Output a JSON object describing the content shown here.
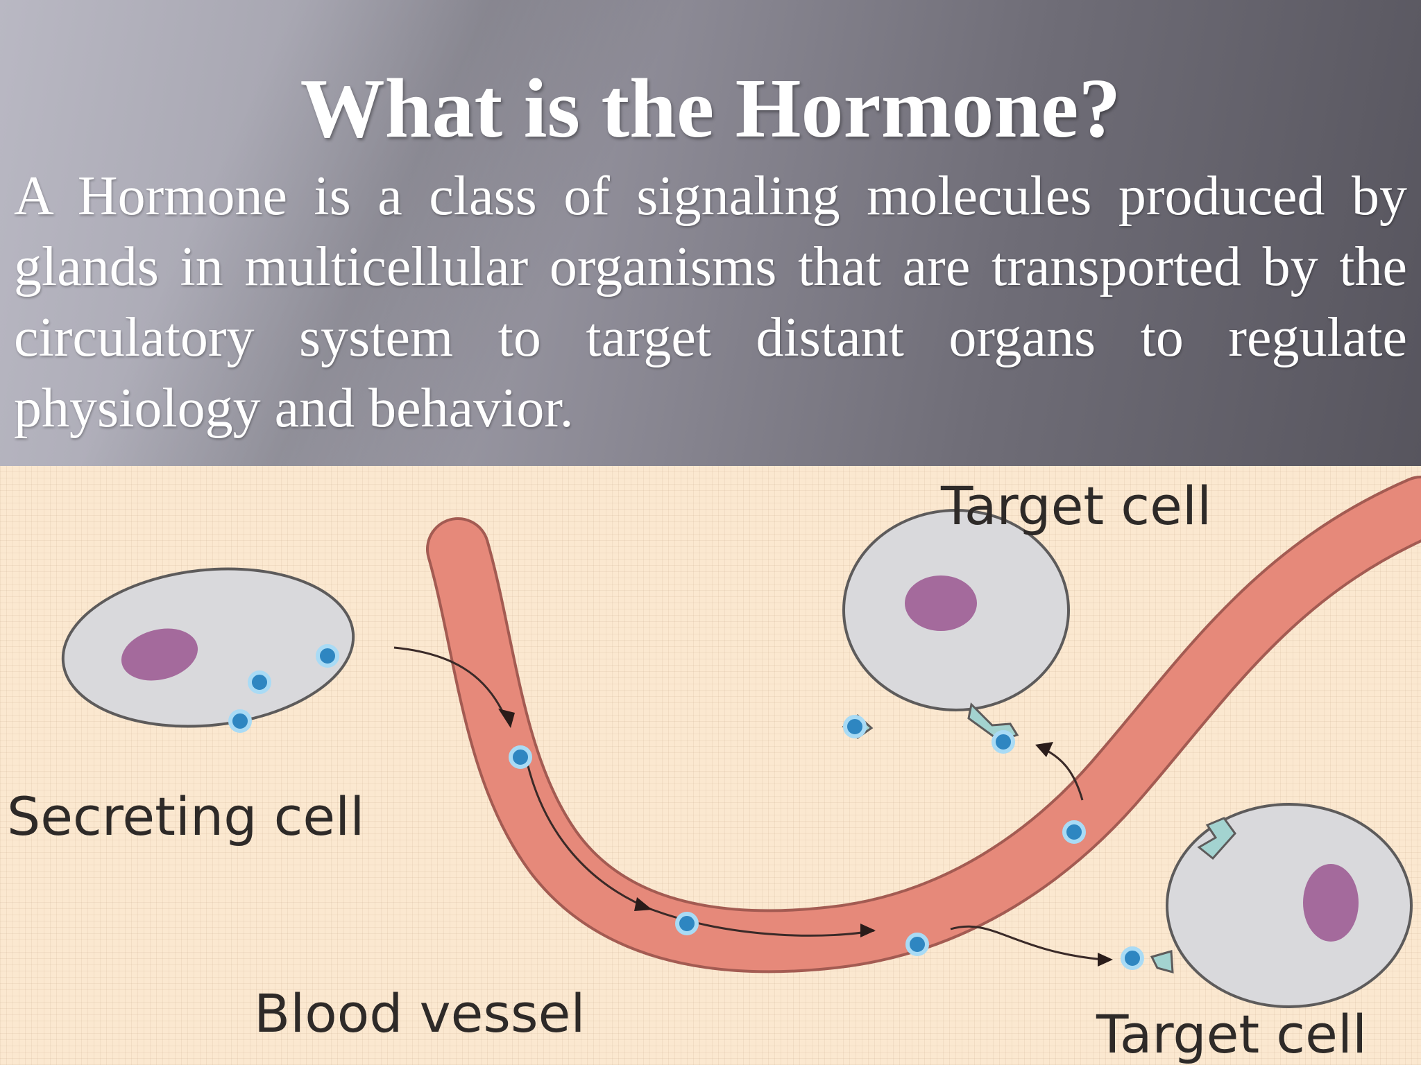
{
  "slide": {
    "title": "What is the Hormone?",
    "body": "A Hormone is a class of signaling molecules produced by glands in multicellular organisms that are transported by the circulatory system to target distant organs to regulate physiology and behavior."
  },
  "diagram": {
    "labels": {
      "secreting_cell": "Secreting cell",
      "blood_vessel": "Blood vessel",
      "target_cell_top": "Target cell",
      "target_cell_bottom": "Target cell"
    },
    "colors": {
      "background": "#fbe8d0",
      "vessel": "#e6897a",
      "cell": "#d9d9dc",
      "nucleus": "#a46a9c",
      "hormone": "#2e86c1"
    }
  }
}
